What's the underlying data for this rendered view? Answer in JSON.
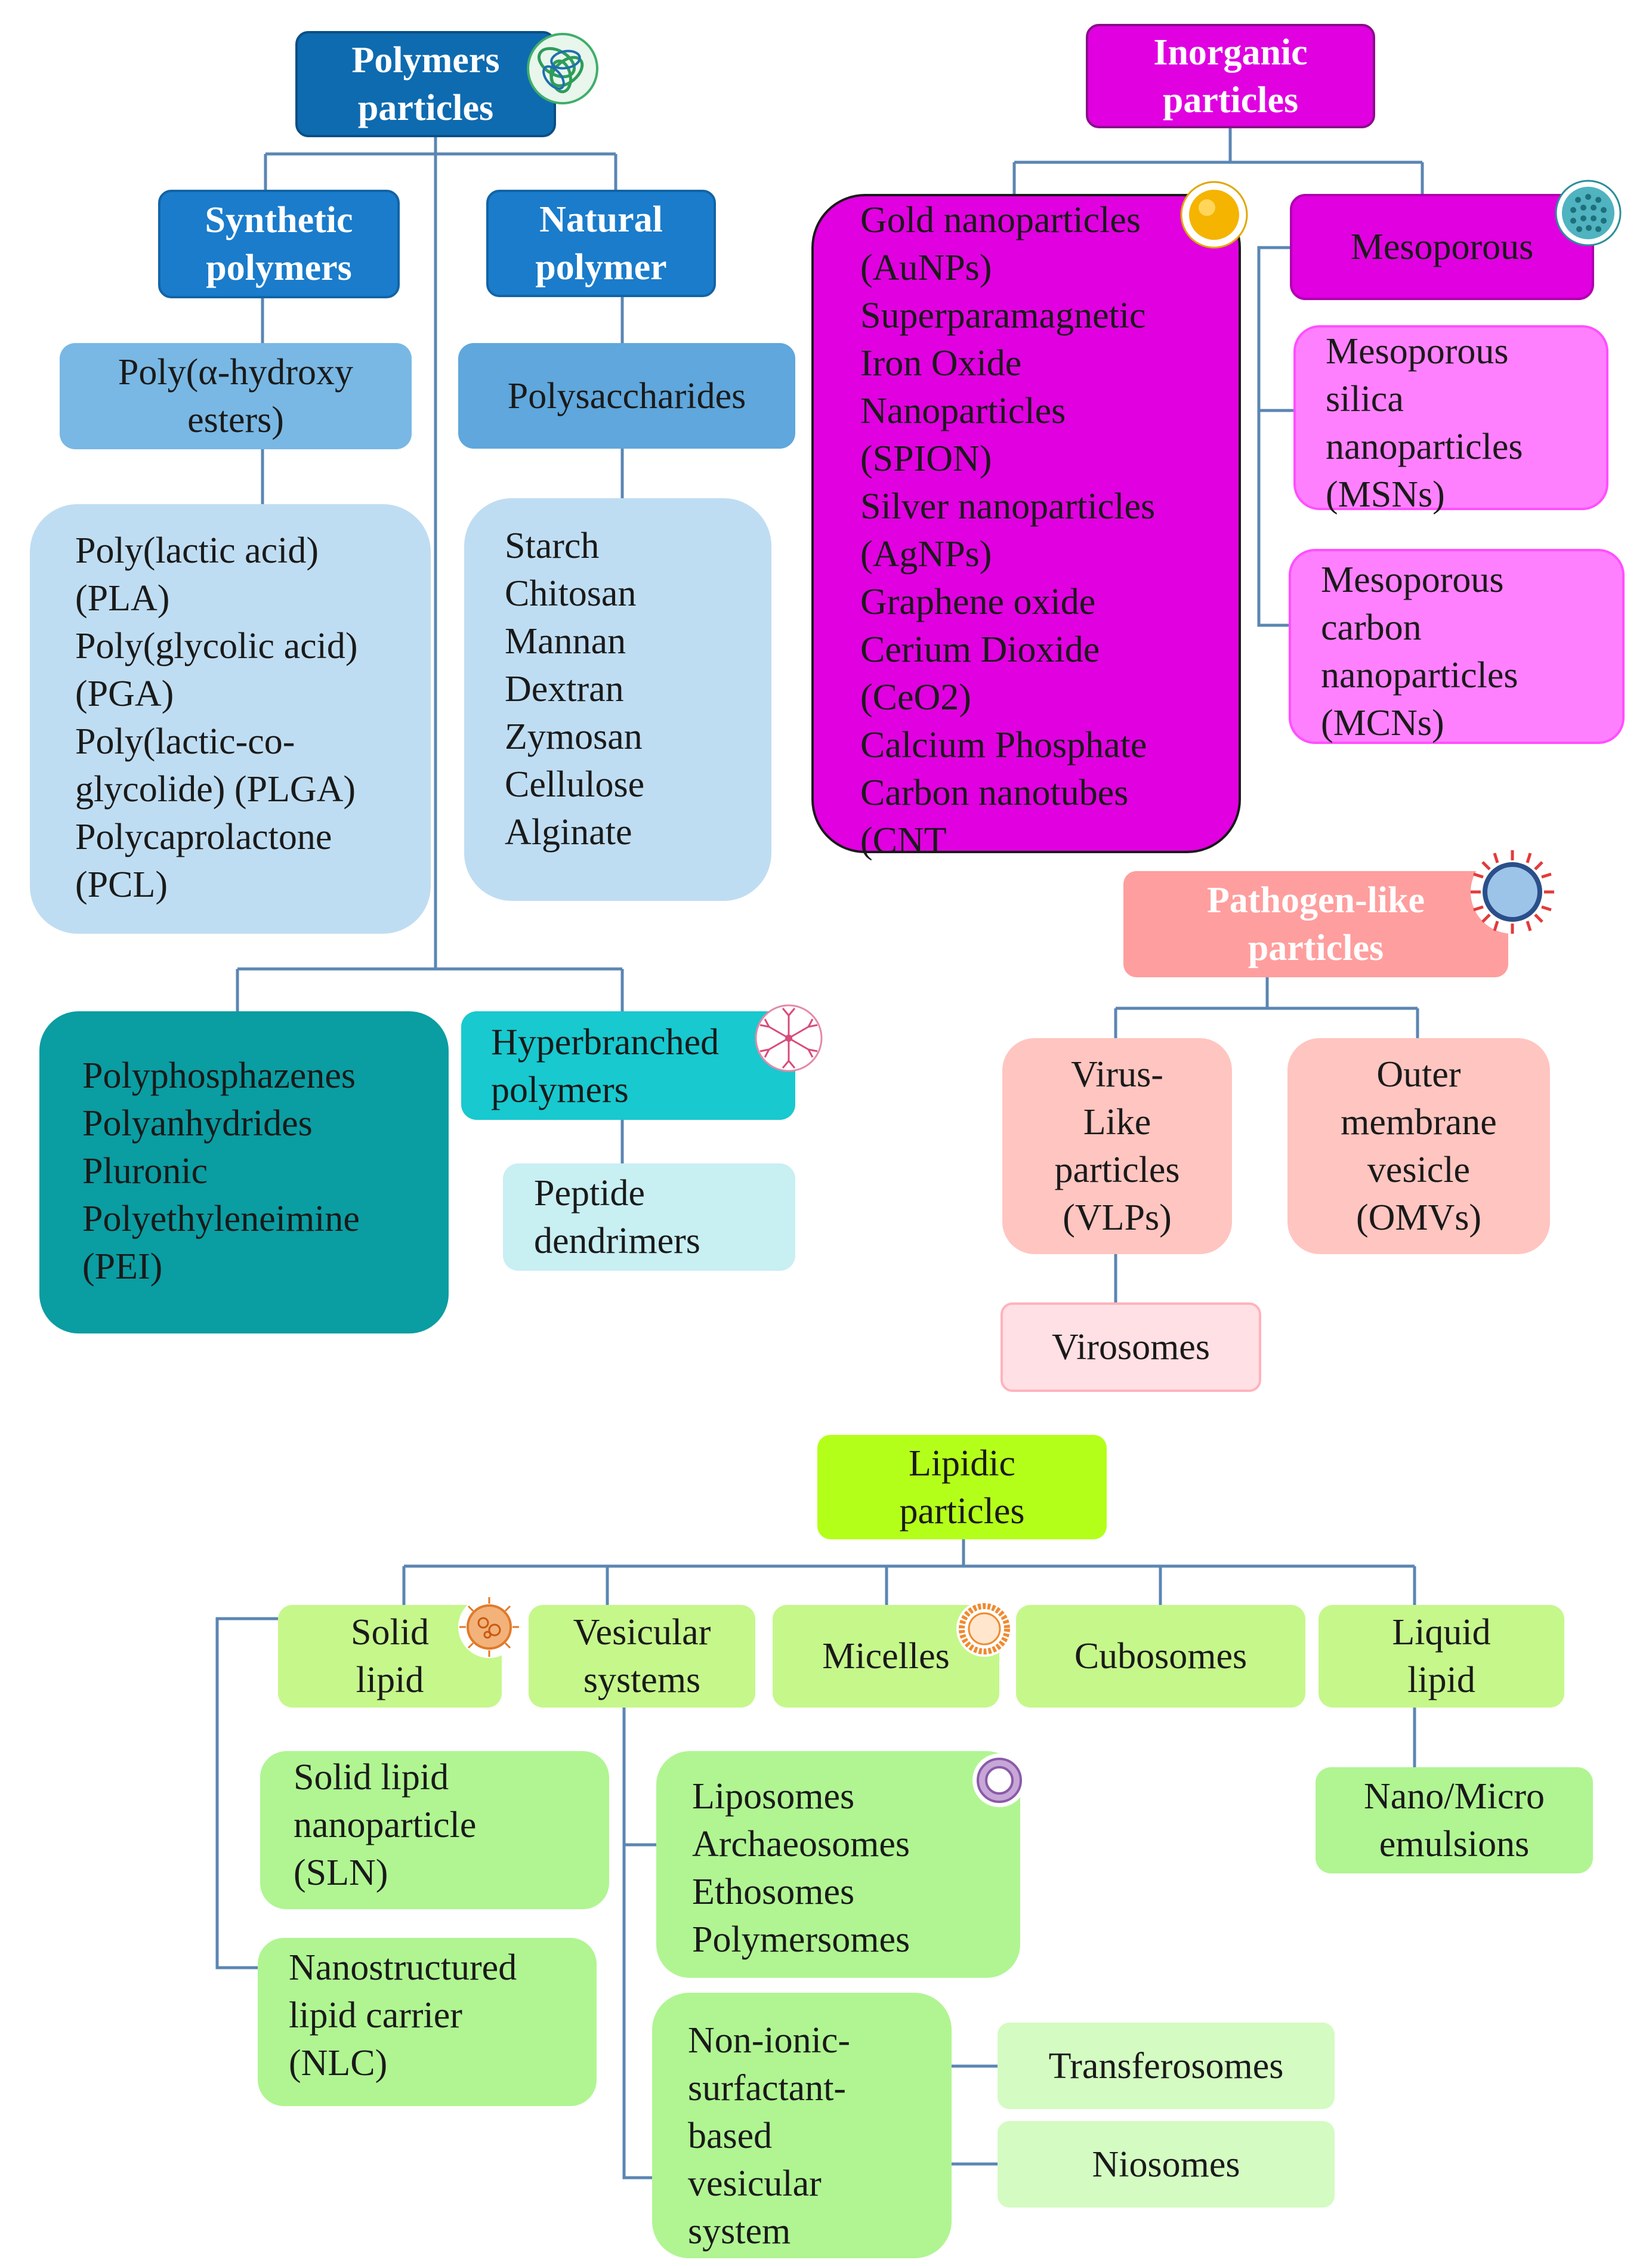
{
  "polymers": {
    "title": [
      "Polymers",
      "particles"
    ],
    "synthetic": [
      "Synthetic",
      "polymers"
    ],
    "natural": [
      "Natural",
      "polymer"
    ],
    "hydroxy": [
      "Poly(α-hydroxy",
      "esters)"
    ],
    "hydroxy_list": [
      "Poly(lactic acid)",
      "(PLA)",
      "Poly(glycolic acid)",
      "(PGA)",
      "Poly(lactic-co-",
      "glycolide) (PLGA)",
      "Polycaprolactone",
      "(PCL)"
    ],
    "polysaccharides": "Polysaccharides",
    "polysaccharide_list": [
      "Starch",
      "Chitosan",
      "Mannan",
      "Dextran",
      "Zymosan",
      "Cellulose",
      "Alginate"
    ],
    "other_list": [
      "Polyphosphazenes",
      "Polyanhydrides",
      "Pluronic",
      "Polyethyleneimine",
      "(PEI)"
    ],
    "hyperbranched": [
      "Hyperbranched",
      "polymers"
    ],
    "dendrimers": [
      "Peptide",
      "dendrimers"
    ]
  },
  "inorganic": {
    "title": [
      "Inorganic",
      "particles"
    ],
    "list": [
      "Gold nanoparticles",
      "(AuNPs)",
      "Superparamagnetic",
      "Iron Oxide",
      "Nanoparticles",
      "(SPION)",
      "Silver nanoparticles",
      "(AgNPs)",
      "Graphene oxide",
      "Cerium Dioxide",
      "(CeO2)",
      "Calcium Phosphate",
      "Carbon nanotubes",
      "(CNT"
    ],
    "mesoporous": "Mesoporous",
    "msn": [
      "Mesoporous",
      "silica",
      "nanoparticles",
      "(MSNs)"
    ],
    "mcn": [
      "Mesoporous",
      "carbon",
      "nanoparticles",
      "(MCNs)"
    ]
  },
  "pathogen": {
    "title": [
      "Pathogen-like",
      "particles"
    ],
    "vlp": [
      "Virus-",
      "Like",
      "particles",
      "(VLPs)"
    ],
    "omv": [
      "Outer",
      "membrane",
      "vesicle",
      "(OMVs)"
    ],
    "virosomes": "Virosomes"
  },
  "lipidic": {
    "title": [
      "Lipidic",
      "particles"
    ],
    "solid_lipid": [
      "Solid",
      "lipid"
    ],
    "vesicular": [
      "Vesicular",
      "systems"
    ],
    "micelles": "Micelles",
    "cubosomes": "Cubosomes",
    "liquid_lipid": [
      "Liquid",
      "lipid"
    ],
    "sln": [
      "Solid lipid",
      "nanoparticle",
      "(SLN)"
    ],
    "nlc": [
      "Nanostructured",
      "lipid carrier",
      "(NLC)"
    ],
    "liposomes_list": [
      "Liposomes",
      "Archaeosomes",
      "Ethosomes",
      "Polymersomes"
    ],
    "nonionic": [
      "Non-ionic-",
      "surfactant-",
      "based",
      "vesicular",
      "system"
    ],
    "transferosomes": "Transferosomes",
    "niosomes": "Niosomes",
    "emulsions": [
      "Nano/Micro",
      "emulsions"
    ]
  },
  "colors": {
    "polymer_header": "#0E6BB0",
    "polymer_sub": "#1A7CCB",
    "polymer_light": "#BFDDF2",
    "polymer_mid": "#79B8E4",
    "teal_dark": "#0A9DA2",
    "teal": "#18C9CF",
    "teal_light": "#C8EFF2",
    "inorganic": "#E000E0",
    "inorganic_light": "#FF80FF",
    "pathogen": "#FF9E9E",
    "pathogen_light": "#FFC5C0",
    "lipid_header": "#B4FF1A",
    "lipid_light": "#C6F78B",
    "lipid_green": "#B0F592",
    "connector": "#5B86B3"
  }
}
